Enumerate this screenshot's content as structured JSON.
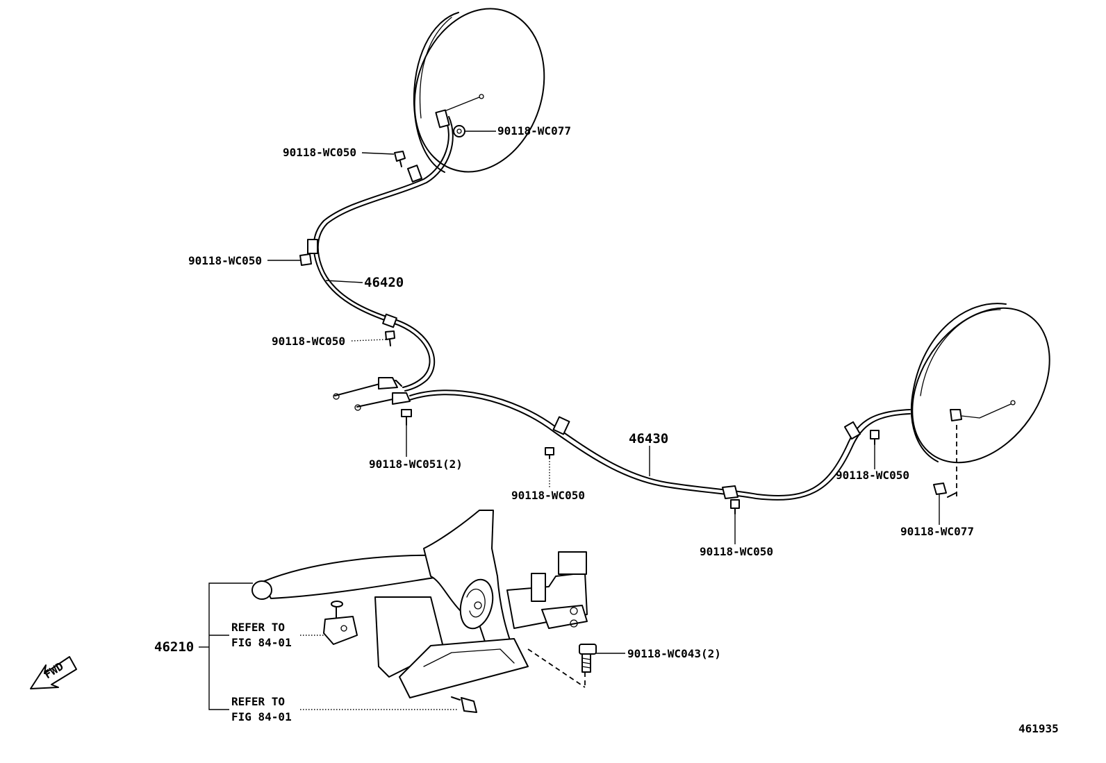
{
  "labels": {
    "wc077_top": "90118-WC077",
    "wc050_top": "90118-WC050",
    "wc050_left": "90118-WC050",
    "cable_46420": "46420",
    "wc050_mid": "90118-WC050",
    "wc051": "90118-WC051(2)",
    "wc050_lower": "90118-WC050",
    "cable_46430": "46430",
    "wc050_center": "90118-WC050",
    "wc050_right": "90118-WC050",
    "wc077_right": "90118-WC077",
    "lever_46210": "46210",
    "refer1_line1": "REFER TO",
    "refer1_line2": "FIG 84-01",
    "refer2_line1": "REFER TO",
    "refer2_line2": "FIG 84-01",
    "wc043": "90118-WC043(2)",
    "fwd": "FWD",
    "illustration_id": "461935"
  }
}
